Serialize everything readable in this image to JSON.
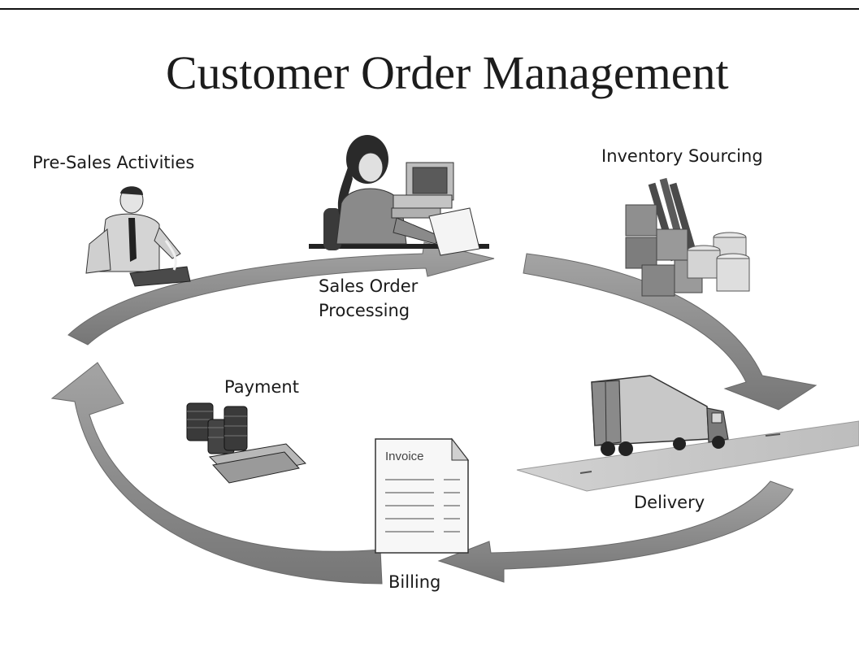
{
  "title": "Customer Order Management",
  "stages": {
    "pre_sales": "Pre-Sales Activities",
    "sales_order_line1": "Sales Order",
    "sales_order_line2": "Processing",
    "inventory": "Inventory Sourcing",
    "delivery": "Delivery",
    "billing": "Billing",
    "payment": "Payment"
  },
  "invoice_label": "Invoice",
  "colors": {
    "arrow": "#8e8e8e",
    "arrow_dark": "#5e5e5e",
    "text": "#1a1a1a"
  }
}
